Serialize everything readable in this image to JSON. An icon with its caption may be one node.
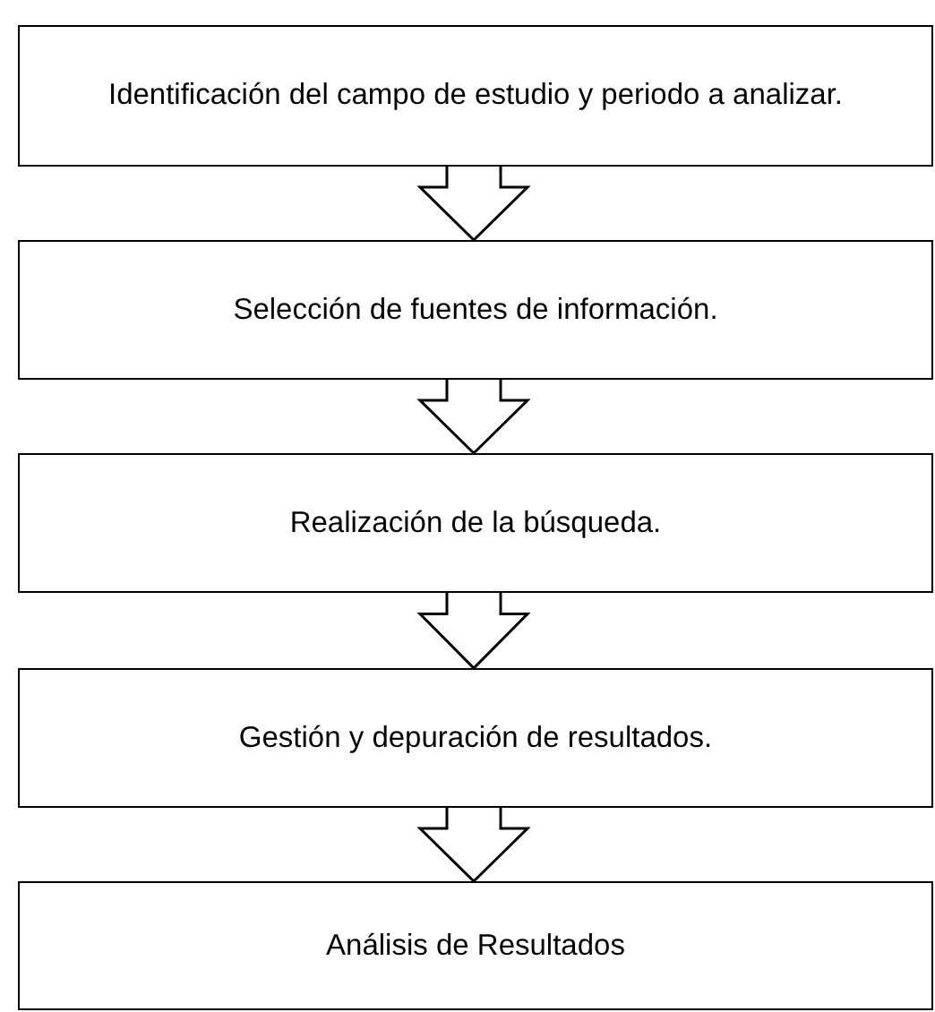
{
  "diagram": {
    "nodes": [
      {
        "text": [
          "Identificación del campo de estudio y periodo a analizar."
        ]
      },
      {
        "text": [
          "Selección de fuentes de información."
        ]
      },
      {
        "text": [
          "Realización de la búsqueda."
        ]
      },
      {
        "text": [
          "Gestión y depuración de resultados."
        ]
      },
      {
        "text": [
          "Análisis de Resultados"
        ]
      }
    ],
    "edges": [
      {
        "from": 0,
        "to": 1,
        "arrow": "to"
      },
      {
        "from": 1,
        "to": 2,
        "arrow": "to"
      },
      {
        "from": 2,
        "to": 3,
        "arrow": "to"
      },
      {
        "from": 3,
        "to": 4,
        "arrow": "to"
      }
    ]
  }
}
